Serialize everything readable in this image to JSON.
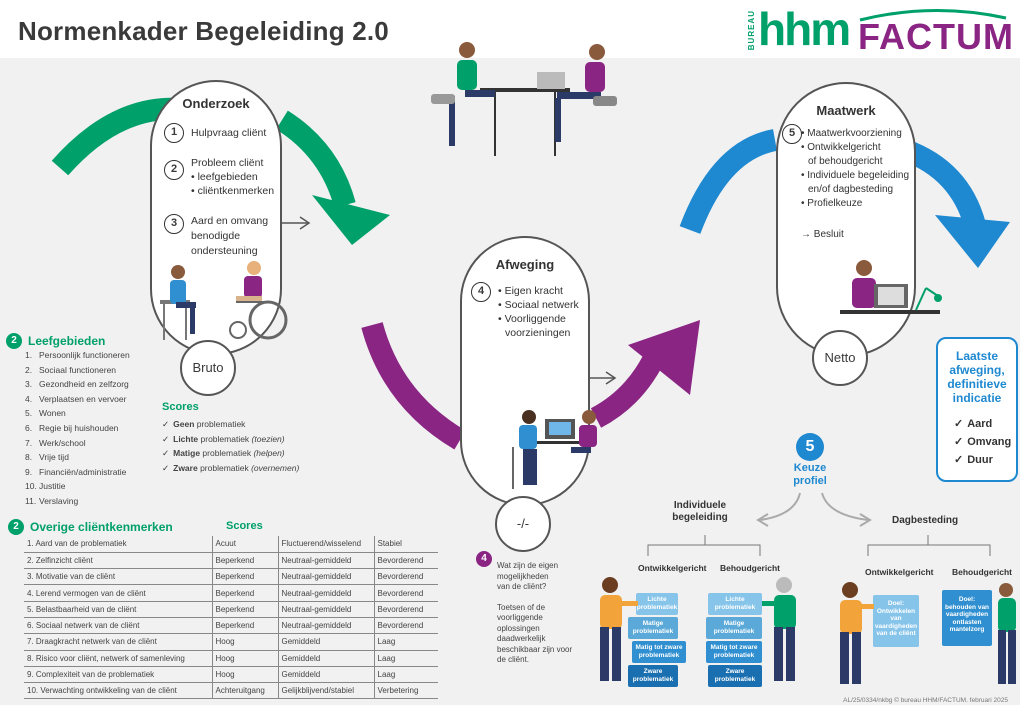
{
  "header": {
    "title": "Normenkader Begeleiding 2.0",
    "logo_bureau": "BUREAU",
    "logo_hhm": "hhm",
    "logo_factum": "FACTUM"
  },
  "colors": {
    "green": "#00a06a",
    "purple": "#8a2584",
    "blue": "#1e88d0",
    "dark_text": "#3a3a3a"
  },
  "onderzoek": {
    "title": "Onderzoek",
    "step1": {
      "num": "1",
      "text": "Hulpvraag cliënt"
    },
    "step2": {
      "num": "2",
      "line1": "Probleem cliënt",
      "line2": "• leefgebieden",
      "line3": "• cliëntkenmerken"
    },
    "step3": {
      "num": "3",
      "line1": "Aard en omvang",
      "line2": "benodigde",
      "line3": "ondersteuning"
    },
    "bottom": "Bruto"
  },
  "afweging": {
    "title": "Afweging",
    "num": "4",
    "items": [
      "• Eigen kracht",
      "• Sociaal netwerk",
      "• Voorliggende",
      "voorzieningen"
    ],
    "bottom": "-/-"
  },
  "maatwerk": {
    "title": "Maatwerk",
    "num": "5",
    "items": [
      "• Maatwerkvoorziening",
      "• Ontwikkelgericht",
      "of behoudgericht",
      "• Individuele begeleiding",
      "en/of dagbesteding",
      "• Profielkeuze"
    ],
    "besluit": "→ Besluit",
    "bottom": "Netto"
  },
  "leefgebieden": {
    "num": "2",
    "title": "Leefgebieden",
    "items": [
      {
        "n": "1.",
        "t": "Persoonlijk functioneren"
      },
      {
        "n": "2.",
        "t": "Sociaal functioneren"
      },
      {
        "n": "3.",
        "t": "Gezondheid en zelfzorg"
      },
      {
        "n": "4.",
        "t": "Verplaatsen en vervoer"
      },
      {
        "n": "5.",
        "t": "Wonen"
      },
      {
        "n": "6.",
        "t": "Regie bij huishouden"
      },
      {
        "n": "7.",
        "t": "Werk/school"
      },
      {
        "n": "8.",
        "t": "Vrije tijd"
      },
      {
        "n": "9.",
        "t": "Financiën/administratie"
      },
      {
        "n": "10.",
        "t": "Justitie"
      },
      {
        "n": "11.",
        "t": "Verslaving"
      }
    ]
  },
  "scores1": {
    "title": "Scores",
    "items": [
      {
        "b": "Geen",
        "r": " problematiek",
        "i": ""
      },
      {
        "b": "Lichte",
        "r": " problematiek ",
        "i": "(toezien)"
      },
      {
        "b": "Matige",
        "r": " problematiek ",
        "i": "(helpen)"
      },
      {
        "b": "Zware",
        "r": " problematiek ",
        "i": "(overnemen)"
      }
    ]
  },
  "kenmerken": {
    "num": "2",
    "title": "Overige cliëntkenmerken",
    "scores_title": "Scores",
    "rows": [
      [
        "1. Aard van de problematiek",
        "Acuut",
        "Fluctuerend/wisselend",
        "Stabiel"
      ],
      [
        "2. Zelfinzicht cliënt",
        "Beperkend",
        "Neutraal-gemiddeld",
        "Bevorderend"
      ],
      [
        "3. Motivatie van de cliënt",
        "Beperkend",
        "Neutraal-gemiddeld",
        "Bevorderend"
      ],
      [
        "4. Lerend vermogen van de cliënt",
        "Beperkend",
        "Neutraal-gemiddeld",
        "Bevorderend"
      ],
      [
        "5. Belastbaarheid van de cliënt",
        "Beperkend",
        "Neutraal-gemiddeld",
        "Bevorderend"
      ],
      [
        "6. Sociaal netwerk van de cliënt",
        "Beperkend",
        "Neutraal-gemiddeld",
        "Bevorderend"
      ],
      [
        "7. Draagkracht netwerk van de cliënt",
        "Hoog",
        "Gemiddeld",
        "Laag"
      ],
      [
        "8. Risico voor cliënt, netwerk of samenleving",
        "Hoog",
        "Gemiddeld",
        "Laag"
      ],
      [
        "9. Complexiteit van de problematiek",
        "Hoog",
        "Gemiddeld",
        "Laag"
      ],
      [
        "10. Verwachting ontwikkeling van de cliënt",
        "Achteruitgang",
        "Gelijkblijvend/stabiel",
        "Verbetering"
      ]
    ]
  },
  "step4_note": {
    "num": "4",
    "lines": [
      "Wat zijn de eigen",
      "mogelijkheden",
      "van de cliënt?",
      "",
      "Toetsen of de",
      "voorliggende",
      "oplossingen",
      "daadwerkelijk",
      "beschikbaar zijn voor",
      "de cliënt."
    ]
  },
  "laatste": {
    "l1": "Laatste",
    "l2": "afweging,",
    "l3": "definitieve",
    "l4": "indicatie",
    "items": [
      "Aard",
      "Omvang",
      "Duur"
    ]
  },
  "keuze": {
    "num": "5",
    "l1": "Keuze",
    "l2": "profiel"
  },
  "individuele": {
    "l1": "Individuele",
    "l2": "begeleiding",
    "ontw": "Ontwikkelgericht",
    "behoud": "Behoudgericht",
    "cards": [
      [
        "Lichte",
        "problematiek"
      ],
      [
        "Matige",
        "problematiek"
      ],
      [
        "Matig tot zware",
        "problematiek"
      ],
      [
        "Zware",
        "problematiek"
      ]
    ]
  },
  "dagbesteding": {
    "title": "Dagbesteding",
    "ontw": "Ontwikkelgericht",
    "behoud": "Behoudgericht",
    "card1": [
      "Doel:",
      "Ontwikkelen",
      "van",
      "vaardigheden",
      "van de cliënt"
    ],
    "card2": [
      "Doel:",
      "behouden van",
      "vaardigheden",
      "ontlasten",
      "mantelzorg"
    ]
  },
  "footer": "AL/25/0334/nkbg © bureau HHM/FACTUM. februari 2025"
}
